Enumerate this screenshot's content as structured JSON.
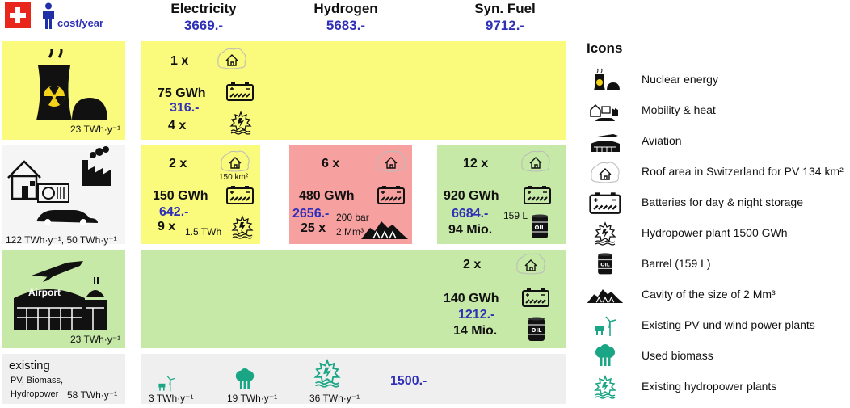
{
  "header": {
    "cost_per_year": "cost/year",
    "columns": [
      {
        "title": "Electricity",
        "cost": "3669.-"
      },
      {
        "title": "Hydrogen",
        "cost": "5683.-"
      },
      {
        "title": "Syn. Fuel",
        "cost": "9712.-"
      }
    ]
  },
  "rows": {
    "nuclear": {
      "label": "23 TWh·y⁻¹",
      "electricity": {
        "roof": "1 x",
        "battery": "75 GWh",
        "cost": "316.-",
        "hydro": "4 x"
      }
    },
    "mobility": {
      "label": "122 TWh·y⁻¹, 50 TWh·y⁻¹",
      "electricity": {
        "roof": "2 x",
        "roof_note": "150 km²",
        "battery": "150 GWh",
        "cost": "642.-",
        "hydro": "9 x",
        "hydro_note": "1.5 TWh"
      },
      "hydrogen": {
        "roof": "6 x",
        "battery": "480 GWh",
        "cost": "2656.-",
        "cavity": "25 x",
        "cavity_note_1": "200 bar",
        "cavity_note_2": "2 Mm³"
      },
      "synfuel": {
        "roof": "12 x",
        "battery": "920 GWh",
        "cost": "6684.-",
        "barrel": "94 Mio.",
        "barrel_note": "159 L"
      }
    },
    "aviation": {
      "label": "23 TWh·y⁻¹",
      "airport_sign": "Airport",
      "synfuel": {
        "roof": "2 x",
        "battery": "140 GWh",
        "cost": "1212.-",
        "barrel": "14 Mio."
      }
    },
    "existing": {
      "title": "existing",
      "subtitle_1": "PV, Biomass,",
      "subtitle_2": "Hydropower",
      "total": "58 TWh·y⁻¹",
      "pv": "3 TWh·y⁻¹",
      "biomass": "19 TWh·y⁻¹",
      "hydro": "36 TWh·y⁻¹",
      "cost": "1500.-"
    }
  },
  "legend": {
    "title": "Icons",
    "items": [
      {
        "icon": "nuclear-icon",
        "label": "Nuclear energy"
      },
      {
        "icon": "mobility-heat-icon",
        "label": "Mobility & heat"
      },
      {
        "icon": "aviation-icon",
        "label": "Aviation"
      },
      {
        "icon": "roof-icon",
        "label": "Roof area in Switzerland for PV 134 km²"
      },
      {
        "icon": "battery-icon",
        "label": "Batteries for day & night storage"
      },
      {
        "icon": "hydropower-icon",
        "label": "Hydropower plant 1500 GWh"
      },
      {
        "icon": "barrel-icon",
        "label": "Barrel (159 L)"
      },
      {
        "icon": "cavity-icon",
        "label": "Cavity of the size of 2 Mm³"
      },
      {
        "icon": "pv-wind-icon",
        "label": "Existing PV und wind power plants"
      },
      {
        "icon": "biomass-icon",
        "label": "Used biomass"
      },
      {
        "icon": "existing-hydro-icon",
        "label": "Existing hydropower plants"
      }
    ]
  },
  "colors": {
    "cost_blue": "#2f2fb8",
    "yellow": "#fafa7d",
    "red": "#f6a0a0",
    "green": "#c6e9a7",
    "grey": "#efefef",
    "teal": "#1aa585"
  }
}
